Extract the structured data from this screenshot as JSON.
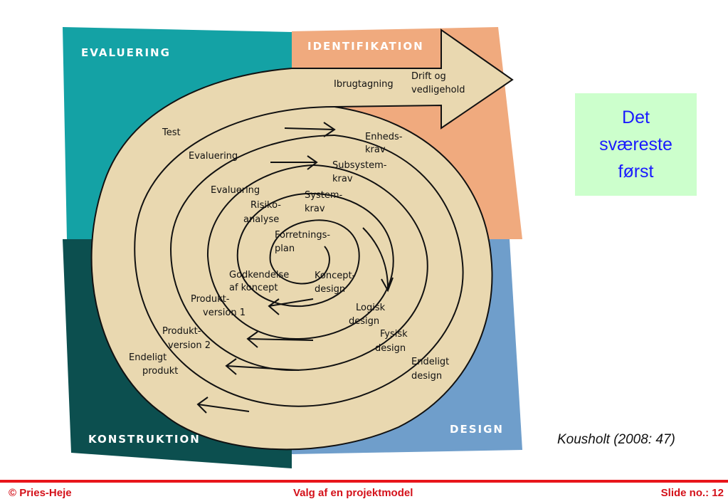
{
  "diagram": {
    "quadrants": {
      "evaluering": "EVALUERING",
      "identifikation": "IDENTIFIKATION",
      "konstruktion": "KONSTRUKTION",
      "design": "DESIGN"
    },
    "colors": {
      "evaluering": "#14a2a5",
      "identifikation": "#f0aa7e",
      "konstruktion": "#0c4f4f",
      "design": "#6f9ecb",
      "spiral": "#e9d8b0"
    },
    "phases": [
      "Test",
      "Evaluering",
      "Evaluering",
      "Risiko-",
      "analyse",
      "Forretnings-",
      "plan",
      "Enheds-",
      "krav",
      "Subsystem-",
      "krav",
      "System-",
      "krav",
      "Koncept-",
      "design",
      "Logisk",
      "design",
      "Fysisk",
      "design",
      "Endeligt",
      "design",
      "Godkendelse",
      "af koncept",
      "Produkt-",
      "version 1",
      "Produkt-",
      "version 2",
      "Endeligt",
      "produkt",
      "Ibrugtagning",
      "Drift og",
      "vedligehold"
    ]
  },
  "callout": {
    "text": "Det\nsværeste\nførst"
  },
  "citation": "Kousholt (2008: 47)",
  "footer": {
    "left": "© Pries-Heje",
    "center": "Valg af en projektmodel",
    "right": "Slide no.: 12"
  }
}
